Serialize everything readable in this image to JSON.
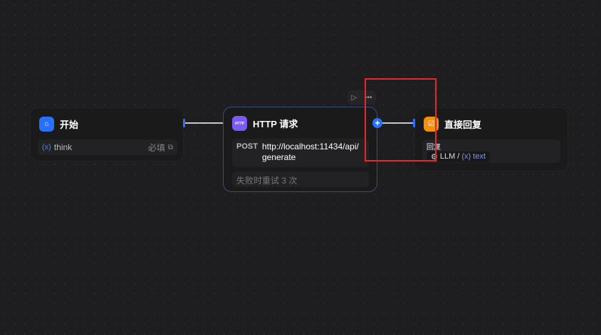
{
  "start": {
    "title": "开始",
    "icon": "home-icon",
    "var_prefix": "(x)",
    "var_name": "think",
    "required": "必填",
    "copy_icon": "copy-icon"
  },
  "http": {
    "title": "HTTP 请求",
    "icon_text": "HTTP",
    "method": "POST",
    "url": "http://localhost:11434/api/generate",
    "retry": "失败时重试 3 次"
  },
  "reply": {
    "title": "直接回复",
    "icon": "reply-icon",
    "label": "回复",
    "source": "LLM",
    "sep": "/",
    "var_prefix": "(x)",
    "var_name": "text"
  },
  "colors": {
    "accent": "#2970ff",
    "http": "#7a5af8",
    "reply": "#f79009",
    "highlight": "#e5282b"
  }
}
